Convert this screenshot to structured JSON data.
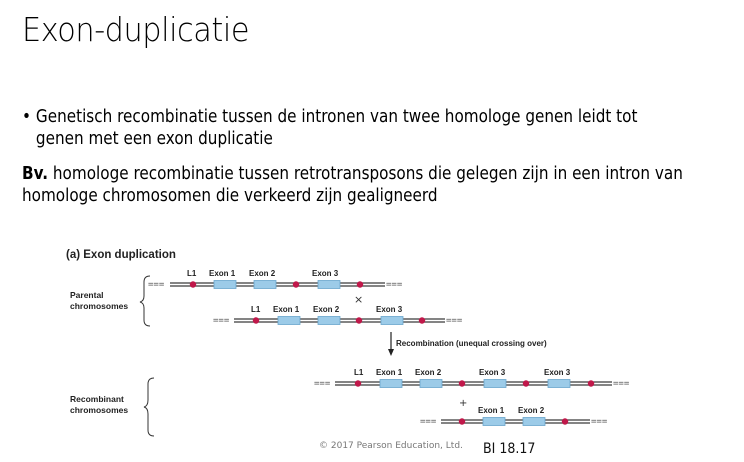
{
  "slide": {
    "title": "Exon-duplicatie",
    "bullets": [
      {
        "marker": "•",
        "text": "Genetisch recombinatie tussen de intronen van twee homologe genen leidt tot genen met een exon duplicatie"
      }
    ],
    "example": {
      "label": "Bv.",
      "text": " homologe recombinatie tussen retrotransposons die gelegen zijn in een intron van homologe chromosomen die verkeerd zijn gealigneerd"
    }
  },
  "figure": {
    "panel_title": "(a) Exon duplication",
    "colors": {
      "chromosome_line": "#3a3a3a",
      "exon_fill": "#9ccbe8",
      "exon_stroke": "#6aa6cc",
      "l1_marker": "#c0184a",
      "dash": "#555555"
    },
    "groups": [
      {
        "label_line1": "Parental",
        "label_line2": "chromosomes"
      },
      {
        "label_line1": "Recombinant",
        "label_line2": "chromosomes"
      }
    ],
    "chromosomes": [
      {
        "id": "parental-1",
        "labels": [
          "L1",
          "Exon 1",
          "Exon 2",
          "Exon 3"
        ]
      },
      {
        "id": "parental-2",
        "labels": [
          "L1",
          "Exon 1",
          "Exon 2",
          "Exon 3"
        ]
      },
      {
        "id": "recombinant-1",
        "labels": [
          "L1",
          "Exon 1",
          "Exon 2",
          "Exon 3",
          "Exon 3"
        ]
      },
      {
        "id": "recombinant-2",
        "labels": [
          "Exon 1",
          "Exon 2"
        ]
      }
    ],
    "cross_symbol": "×",
    "plus_symbol": "+",
    "arrow_label": "Recombination (unequal crossing over)",
    "dashes": "==="
  },
  "footer": {
    "copyright": "© 2017 Pearson Education, Ltd.",
    "reference": "BI 18.17"
  }
}
